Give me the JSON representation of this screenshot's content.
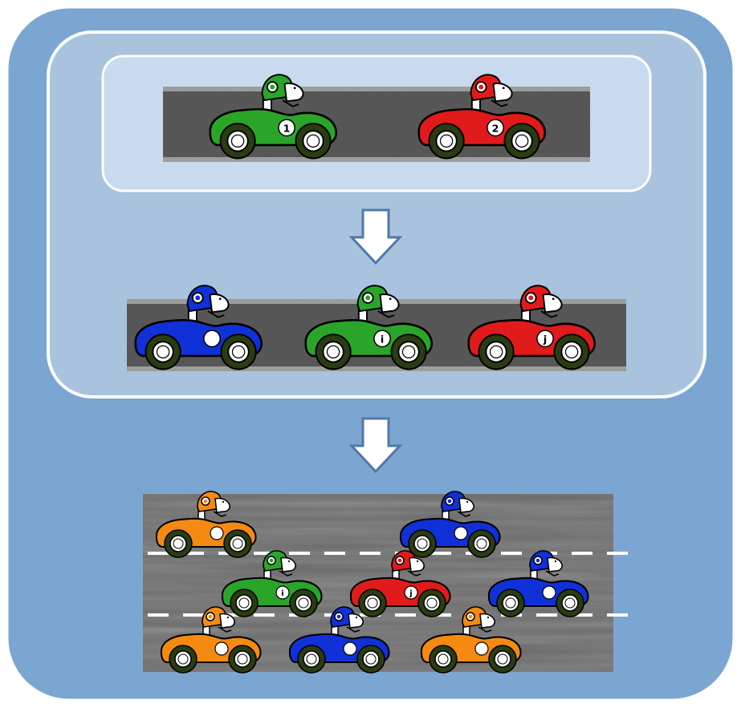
{
  "colors": {
    "outer_panel": "#7ba6d1",
    "middle_panel": "#a9c3df",
    "inner_panel": "#c8daee",
    "panel_stroke": "#ffffff",
    "road": "#4d4d4d",
    "road_edge": "#9a9a9a",
    "arrow_fill": "#ffffff",
    "arrow_stroke": "#4f79a6",
    "green": "#2aa52a",
    "red": "#e11b1b",
    "blue": "#1030d8",
    "orange": "#f58a12",
    "tire": "#2a3d12"
  },
  "stage1": {
    "cars": [
      {
        "color": "green",
        "label": "1"
      },
      {
        "color": "red",
        "label": "2"
      }
    ]
  },
  "stage2": {
    "cars": [
      {
        "color": "blue",
        "label": ""
      },
      {
        "color": "green",
        "label": "i"
      },
      {
        "color": "red",
        "label": "j"
      }
    ]
  },
  "stage3": {
    "lanes": 3,
    "cars": [
      {
        "color": "orange",
        "label": ""
      },
      {
        "color": "blue",
        "label": ""
      },
      {
        "color": "green",
        "label": "i"
      },
      {
        "color": "red",
        "label": "j"
      },
      {
        "color": "blue",
        "label": ""
      },
      {
        "color": "orange",
        "label": ""
      },
      {
        "color": "blue",
        "label": ""
      },
      {
        "color": "orange",
        "label": ""
      }
    ]
  },
  "arrows": [
    "down-arrow",
    "down-arrow"
  ]
}
